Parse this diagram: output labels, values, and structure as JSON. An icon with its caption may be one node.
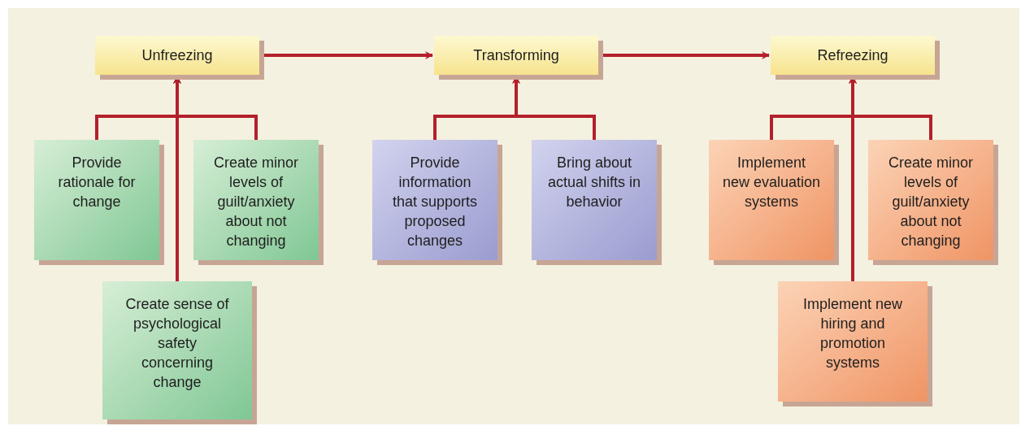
{
  "diagram": {
    "nodes": [
      {
        "text": [
          "Unfreezing"
        ]
      },
      {
        "text": [
          "Transforming"
        ]
      },
      {
        "text": [
          "Refreezing"
        ]
      },
      {
        "text": [
          "Provide rationale for change"
        ]
      },
      {
        "text": [
          "Create minor levels of guilt/anxiety about not changing"
        ]
      },
      {
        "text": [
          "Create sense of psychological safety concerning change"
        ]
      },
      {
        "text": [
          "Provide information that supports proposed changes"
        ]
      },
      {
        "text": [
          "Bring about actual shifts in behavior"
        ]
      },
      {
        "text": [
          "Implement new evaluation systems"
        ]
      },
      {
        "text": [
          "Create minor levels of guilt/anxiety about not changing"
        ]
      },
      {
        "text": [
          "Implement new hiring and promotion systems"
        ]
      }
    ],
    "edges": [
      {
        "from": 0,
        "to": 1,
        "arrow": "to"
      },
      {
        "from": 1,
        "to": 2,
        "arrow": "to"
      },
      {
        "from": 3,
        "to": 0,
        "arrow": "to"
      },
      {
        "from": 4,
        "to": 0,
        "arrow": "to"
      },
      {
        "from": 5,
        "to": 0,
        "arrow": "to"
      },
      {
        "from": 6,
        "to": 1,
        "arrow": "to"
      },
      {
        "from": 7,
        "to": 1,
        "arrow": "to"
      },
      {
        "from": 8,
        "to": 2,
        "arrow": "to"
      },
      {
        "from": 9,
        "to": 2,
        "arrow": "to"
      },
      {
        "from": 10,
        "to": 2,
        "arrow": "to"
      }
    ]
  }
}
